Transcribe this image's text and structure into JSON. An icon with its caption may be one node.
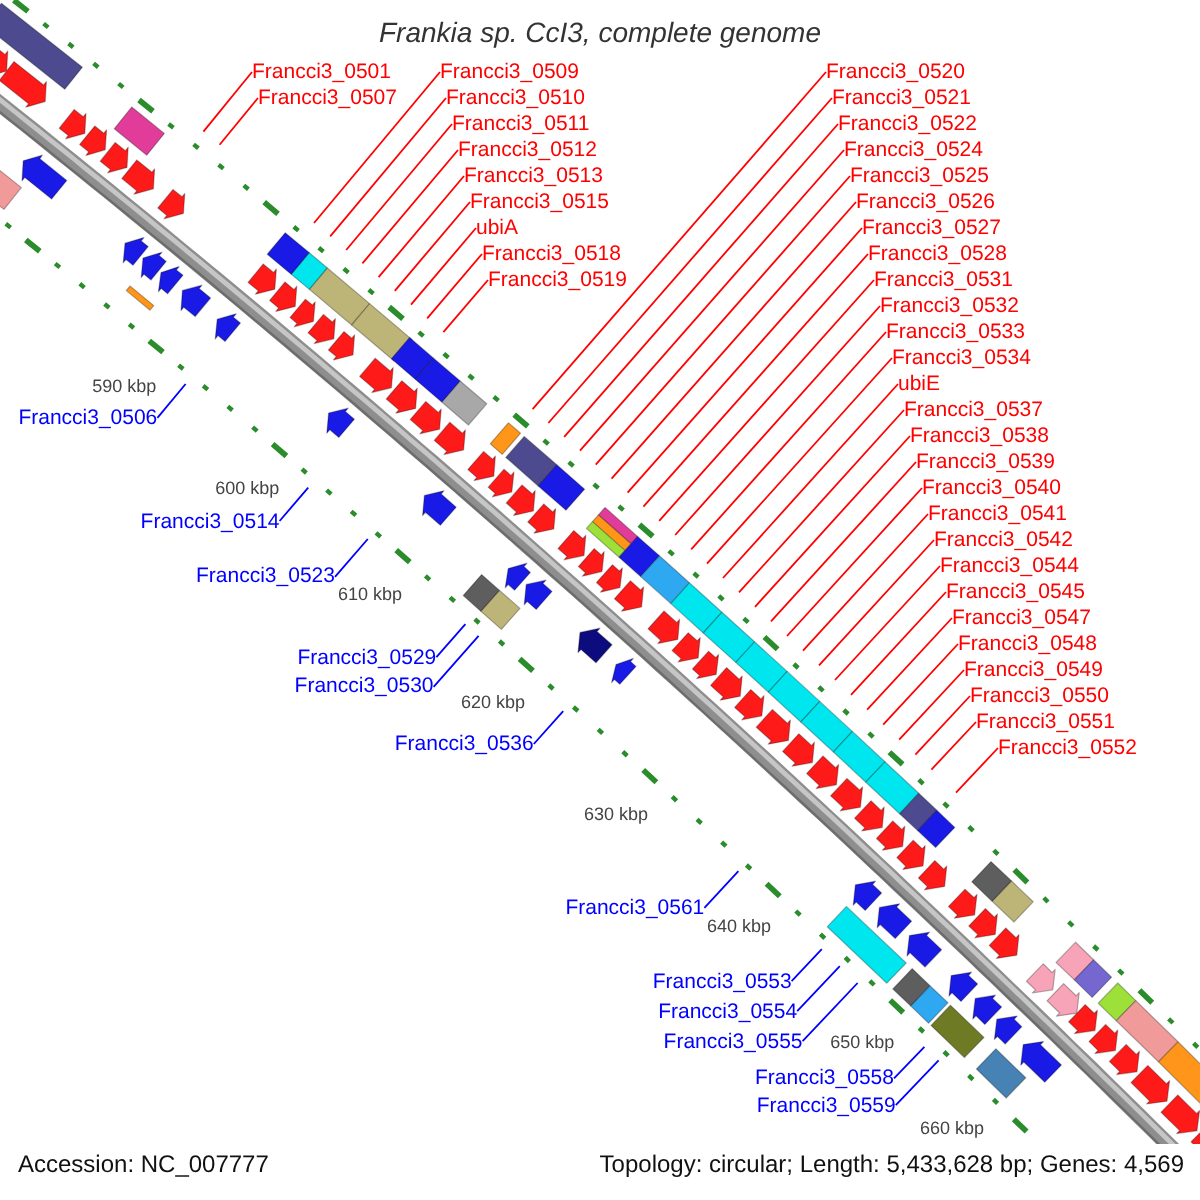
{
  "diagram": {
    "title": "Frankia sp. CcI3, complete genome",
    "nodes": [
      {
        "text": [
          "Francci3_0510"
        ]
      },
      {
        "text": [
          "Francci3_0501"
        ]
      },
      {
        "text": [
          "ubiA"
        ]
      },
      {
        "text": [
          "Francci3_0511"
        ]
      },
      {
        "text": [
          "Francci3_0507"
        ]
      },
      {
        "text": [
          "Francci3_0520"
        ]
      },
      {
        "text": [
          "Francci3_0509"
        ]
      },
      {
        "text": [
          "Francci3_0515"
        ]
      },
      {
        "text": [
          "Francci3_0524"
        ]
      },
      {
        "text": [
          "Francci3_0512"
        ]
      },
      {
        "text": [
          "Francci3_0519"
        ]
      },
      {
        "text": [
          "Francci3_0527"
        ]
      },
      {
        "text": [
          "Francci3_0513"
        ]
      },
      {
        "text": [
          "Francci3_0521"
        ]
      },
      {
        "text": [
          "Francci3_0518"
        ]
      },
      {
        "text": [
          "Francci3_0526"
        ]
      },
      {
        "text": [
          "Francci3_0522"
        ]
      },
      {
        "text": [
          "Francci3_0531"
        ]
      },
      {
        "text": [
          "Francci3_0525"
        ]
      },
      {
        "text": [
          "Francci3_0539"
        ]
      },
      {
        "text": [
          "Francci3_0533"
        ]
      },
      {
        "text": [
          "Francci3_0528"
        ]
      },
      {
        "text": [
          "Francci3_0537"
        ]
      },
      {
        "text": [
          "Francci3_0532"
        ]
      },
      {
        "text": [
          "Francci3_0534"
        ]
      },
      {
        "text": [
          "Francci3_0541"
        ]
      },
      {
        "text": [
          "ubiE"
        ]
      },
      {
        "text": [
          "Francci3_0538"
        ]
      },
      {
        "text": [
          "Francci3_0545"
        ]
      },
      {
        "text": [
          "Francci3_0506"
        ]
      },
      {
        "text": [
          "Francci3_0540"
        ]
      },
      {
        "text": [
          "Francci3_0542"
        ]
      },
      {
        "text": [
          "Francci3_0548"
        ]
      },
      {
        "text": [
          "Francci3_0514"
        ]
      },
      {
        "text": [
          "Francci3_0544"
        ]
      },
      {
        "text": [
          "Francci3_0547"
        ]
      },
      {
        "text": [
          "Francci3_0549"
        ]
      },
      {
        "text": [
          "Francci3_0523"
        ]
      },
      {
        "text": [
          "Francci3_0550"
        ]
      },
      {
        "text": [
          "Francci3_0551"
        ]
      },
      {
        "text": [
          "Francci3_0529"
        ]
      },
      {
        "text": [
          "Francci3_0552"
        ]
      },
      {
        "text": [
          "Francci3_0530"
        ]
      },
      {
        "text": [
          "Francci3_0536"
        ]
      },
      {
        "text": [
          "Francci3_0553"
        ]
      },
      {
        "text": [
          "Francci3_0554"
        ]
      },
      {
        "text": [
          "Francci3_0555"
        ]
      },
      {
        "text": [
          "Francci3_0558"
        ]
      },
      {
        "text": [
          "Francci3_0559"
        ]
      },
      {
        "text": [
          "Francci3_0561"
        ]
      }
    ],
    "edges": [
      {
        "from": 0,
        "to": null,
        "arrow": "none"
      },
      {
        "from": 1,
        "to": null,
        "arrow": "none"
      },
      {
        "from": 2,
        "to": null,
        "arrow": "none"
      },
      {
        "from": 3,
        "to": null,
        "arrow": "none"
      },
      {
        "from": 4,
        "to": null,
        "arrow": "none"
      },
      {
        "from": 5,
        "to": null,
        "arrow": "none"
      },
      {
        "from": 6,
        "to": null,
        "arrow": "none"
      },
      {
        "from": 7,
        "to": null,
        "arrow": "none"
      },
      {
        "from": 8,
        "to": null,
        "arrow": "none"
      },
      {
        "from": 9,
        "to": null,
        "arrow": "none"
      },
      {
        "from": 10,
        "to": null,
        "arrow": "none"
      },
      {
        "from": 11,
        "to": null,
        "arrow": "none"
      },
      {
        "from": 12,
        "to": null,
        "arrow": "none"
      },
      {
        "from": 13,
        "to": null,
        "arrow": "none"
      },
      {
        "from": 14,
        "to": null,
        "arrow": "none"
      },
      {
        "from": 15,
        "to": null,
        "arrow": "none"
      },
      {
        "from": 16,
        "to": null,
        "arrow": "none"
      },
      {
        "from": 17,
        "to": null,
        "arrow": "none"
      },
      {
        "from": 18,
        "to": null,
        "arrow": "none"
      },
      {
        "from": 19,
        "to": null,
        "arrow": "none"
      },
      {
        "from": 20,
        "to": null,
        "arrow": "none"
      },
      {
        "from": 21,
        "to": null,
        "arrow": "none"
      },
      {
        "from": 22,
        "to": null,
        "arrow": "none"
      },
      {
        "from": 23,
        "to": null,
        "arrow": "none"
      },
      {
        "from": 24,
        "to": null,
        "arrow": "none"
      },
      {
        "from": 25,
        "to": null,
        "arrow": "none"
      },
      {
        "from": 26,
        "to": null,
        "arrow": "none"
      },
      {
        "from": 27,
        "to": null,
        "arrow": "none"
      },
      {
        "from": 28,
        "to": null,
        "arrow": "none"
      },
      {
        "from": 29,
        "to": null,
        "arrow": "none",
        "color": "#0000ff"
      },
      {
        "from": 30,
        "to": null,
        "arrow": "none"
      },
      {
        "from": 31,
        "to": null,
        "arrow": "none"
      },
      {
        "from": 32,
        "to": null,
        "arrow": "none"
      },
      {
        "from": 33,
        "to": null,
        "arrow": "none",
        "color": "#0000ff"
      },
      {
        "from": 34,
        "to": null,
        "arrow": "none"
      },
      {
        "from": 35,
        "to": null,
        "arrow": "none"
      },
      {
        "from": 36,
        "to": null,
        "arrow": "none"
      },
      {
        "from": 37,
        "to": null,
        "arrow": "none",
        "color": "#0000ff"
      },
      {
        "from": 38,
        "to": null,
        "arrow": "none"
      },
      {
        "from": 39,
        "to": null,
        "arrow": "none"
      },
      {
        "from": 40,
        "to": null,
        "arrow": "none",
        "color": "#0000ff"
      },
      {
        "from": 41,
        "to": null,
        "arrow": "none"
      },
      {
        "from": 42,
        "to": null,
        "arrow": "none",
        "color": "#0000ff"
      },
      {
        "from": 43,
        "to": null,
        "arrow": "none",
        "color": "#0000ff"
      },
      {
        "from": 44,
        "to": null,
        "arrow": "none",
        "color": "#0000ff"
      },
      {
        "from": 45,
        "to": null,
        "arrow": "none",
        "color": "#0000ff"
      },
      {
        "from": 46,
        "to": null,
        "arrow": "none",
        "color": "#0000ff"
      },
      {
        "from": 47,
        "to": null,
        "arrow": "none",
        "color": "#0000ff"
      },
      {
        "from": 48,
        "to": null,
        "arrow": "none",
        "color": "#0000ff"
      },
      {
        "from": 49,
        "to": null,
        "arrow": "none",
        "color": "#0000ff"
      }
    ],
    "labels": [
      "590 kbp",
      "600 kbp",
      "610 kbp",
      "620 kbp",
      "630 kbp",
      "640 kbp",
      "650 kbp",
      "660 kbp",
      "Accession: NC_007777",
      "Topology: circular; Length: 5,433,628 bp; Genes: 4,569"
    ]
  }
}
